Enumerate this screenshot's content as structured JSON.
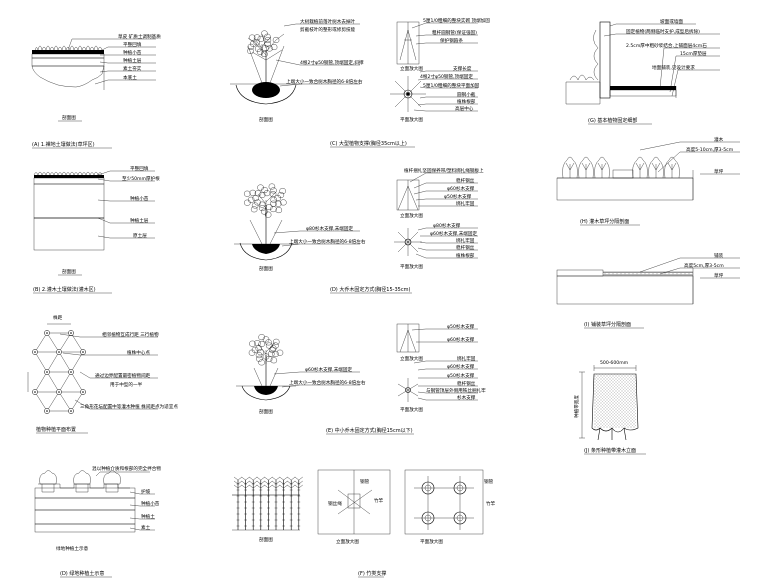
{
  "panels": {
    "a": {
      "leaders": [
        "草皮 矿质土调制基质",
        "平整回填",
        "种植小苗",
        "种植土层",
        "素土夯实",
        "本底土"
      ],
      "subtitle": "剖面图",
      "caption": "(A) 1.裸地土壤做法(草坪区)"
    },
    "b": {
      "leaders": [
        "平整回填",
        "至少50mm厚护根",
        "种植小苗",
        "种植土层",
        "原土层"
      ],
      "subtitle": "剖面图",
      "caption": "(B) 2.灌木土壤做法(灌木区)"
    },
    "c": {
      "leaders": [
        "相邻植物互成行距 三行植物",
        "植株中心点",
        "通过边界配置最密植物间距",
        "用于中型的一半",
        "三角形花坛配置中等灌木种植 株间距点为适宜点"
      ],
      "dim": "株距",
      "subtitle": "种植网格平面布置",
      "caption": "植物种植平面布置"
    },
    "d": {
      "leaders": [
        "混以种植介质和根部的完全拌合物",
        "护坡",
        "种植小苗",
        "种植土",
        "素土"
      ],
      "subtitle": "绿地种植土示意",
      "caption": "(D) 绿地种植土示意"
    },
    "e": {
      "leaders": [
        "大树栽植前落叶树木去掉叶",
        "剪截枝叶的整形或修剪技能",
        "4根2寸φ50钢管,顶端固定,斜撑",
        "上端大小一致合树木胸径的6-8倍左右"
      ],
      "side_labels": [
        "5厘1/0粗细的整块实砌 顶端加固",
        "粗杆圆钢管(保证强固)",
        "固定钢管支点",
        "保护钢箍条",
        "支撑长度",
        "高层中心",
        "4根2寸φ50钢管,顶端固定",
        "5厘1/0粗细的整块平面加固",
        "圆钢小截",
        "植株根部"
      ],
      "subtitle": "剖面图",
      "detail_top": "立面放大图",
      "detail_bottom": "平面放大图",
      "caption": "(C) 大型植物支撑(胸径35cm以上)"
    },
    "f": {
      "leaders": [
        "φ80杉木支撑,末端固定",
        "上端大小一致合树木胸径的6-8倍左右"
      ],
      "side_labels": [
        "植杆捆扎坚固保养带/塑料绑扎绳钢板上",
        "稳杆钢丝",
        "φ60杉木支撑",
        "φ50杉木支撑",
        "绑扎牢固",
        "φ80杉木支撑",
        "φ60杉木支撑,末端固定",
        "绑扎牢固",
        "稳杆钢丝",
        "植株根部",
        "稳杆钢丝"
      ],
      "subtitle": "剖面图",
      "detail_top": "立面放大图",
      "detail_bottom": "平面放大图",
      "caption": "(D) 大乔木固定方式(胸径15-35cm)"
    },
    "g": {
      "leaders": [
        "φ60杉木支撑,末端固定",
        "上端大小一致合树木胸径的6-8倍左右"
      ],
      "side_labels": [
        "φ50杉木支撑",
        "φ60杉木支撑",
        "绑扎牢固",
        "φ60杉木支撑",
        "φ50杉木支撑",
        "稳杆钢丝",
        "绑扎牢固",
        "与钢管顶层外侧用铁丝捆扎牢",
        "杉木支撑"
      ],
      "subtitle": "剖面图",
      "detail_top": "立面放大图",
      "detail_bottom": "平面放大图",
      "caption": "(E) 中小乔木固定方式(胸径15cm以下)"
    },
    "h": {
      "labels": [
        "钢管",
        "竹竿",
        "钢丝绳",
        "钢管",
        "竹竿"
      ],
      "subtitles": [
        "剖面图",
        "立面放大图",
        "平面放大图"
      ],
      "caption": "(F) 竹类支撑"
    },
    "i": {
      "leaders": [
        "坡面或墙面",
        "固定植物(两侧临时支护,成型后拆除)",
        "2.5cm厚中粗砂浆结合,上铺面层4cm石",
        "15cm厚垫层",
        "地面铺装,见设计要求"
      ],
      "caption": "(G) 基本植物固定细部"
    },
    "j": {
      "leaders": [
        "灌木",
        "高度5-10cm,厚3-5cm",
        "草坪"
      ],
      "caption": "(H) 灌木草坪分隔剖面"
    },
    "k": {
      "leaders": [
        "铺装",
        "高度5cm,厚3-5cm",
        "草坪"
      ],
      "caption": "(I) 铺装草坪分隔剖面"
    },
    "l": {
      "dim_top": "500-600mm",
      "dim_side": "种植带宽度",
      "caption": "(J) 条形种植带灌木立面"
    }
  }
}
